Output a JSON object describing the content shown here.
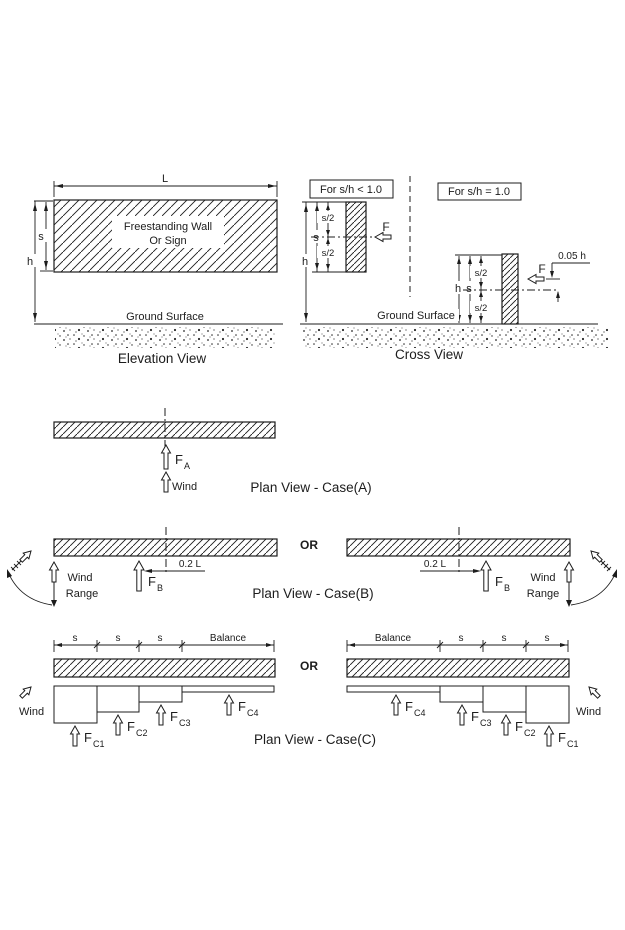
{
  "figure": {
    "elevation": {
      "caption": "Elevation View",
      "wall_line1": "Freestanding Wall",
      "wall_line2": "Or Sign",
      "ground": "Ground Surface",
      "dim_length": "L",
      "dim_s": "s",
      "dim_h": "h"
    },
    "cross": {
      "caption": "Cross View",
      "ground": "Ground Surface",
      "lt": {
        "header": "For s/h < 1.0",
        "h": "h",
        "s": "s",
        "s2a": "s/2",
        "s2b": "s/2",
        "f": "F"
      },
      "eq": {
        "header": "For s/h = 1.0",
        "h": "h",
        "s": "s",
        "s2a": "s/2",
        "s2b": "s/2",
        "f": "F",
        "ecc": "0.05 h"
      }
    },
    "planA": {
      "caption": "Plan View - Case(A)",
      "f": "F",
      "fsub": "A",
      "wind": "Wind"
    },
    "planB": {
      "caption": "Plan View - Case(B)",
      "or": "OR",
      "offset": "0.2 L",
      "f": "F",
      "fsub": "B",
      "wind": "Wind",
      "range": "Range"
    },
    "planC": {
      "caption": "Plan View - Case(C)",
      "or": "OR",
      "wind": "Wind",
      "s": "s",
      "balance": "Balance",
      "f1": {
        "f": "F",
        "sub": "C1"
      },
      "f2": {
        "f": "F",
        "sub": "C2"
      },
      "f3": {
        "f": "F",
        "sub": "C3"
      },
      "f4": {
        "f": "F",
        "sub": "C4"
      }
    },
    "colors": {
      "line": "#1c1c1c",
      "background": "#ffffff"
    }
  }
}
